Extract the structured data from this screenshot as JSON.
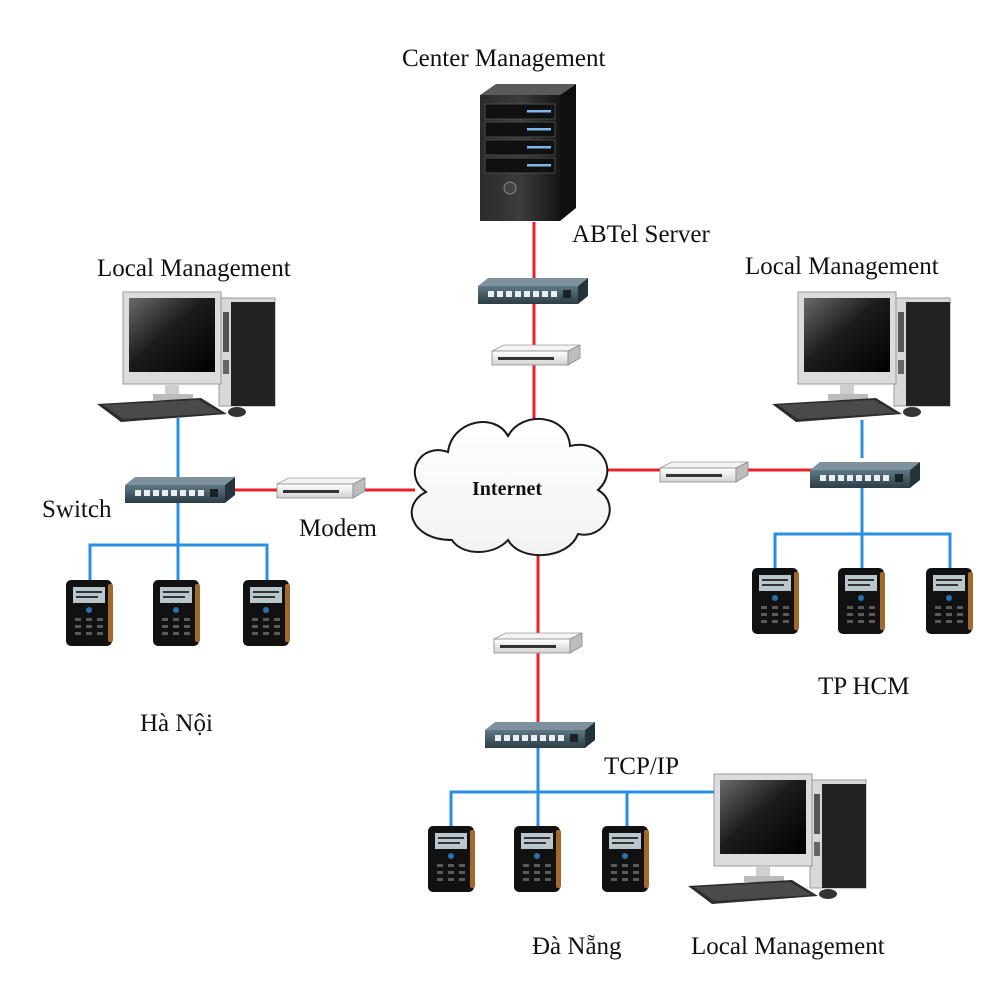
{
  "labels": {
    "center_management": "Center Management",
    "abtel_server": "ABTel Server",
    "local_management_hanoi": "Local Management",
    "local_management_hcm": "Local Management",
    "local_management_danang": "Local Management",
    "switch": "Switch",
    "modem": "Modem",
    "internet": "Internet",
    "tcpip": "TCP/IP",
    "hanoi": "Hà Nội",
    "hcm": "TP HCM",
    "danang": "Đà Nẵng"
  },
  "colors": {
    "wan_link": "#e8202a",
    "lan_link": "#2a8fe0",
    "background": "#ffffff"
  },
  "icons": {
    "server": "server-tower-icon",
    "workstation": "desktop-computer-icon",
    "switch": "network-switch-icon",
    "modem": "modem-icon",
    "terminal": "access-control-terminal-icon",
    "cloud": "internet-cloud-icon"
  }
}
